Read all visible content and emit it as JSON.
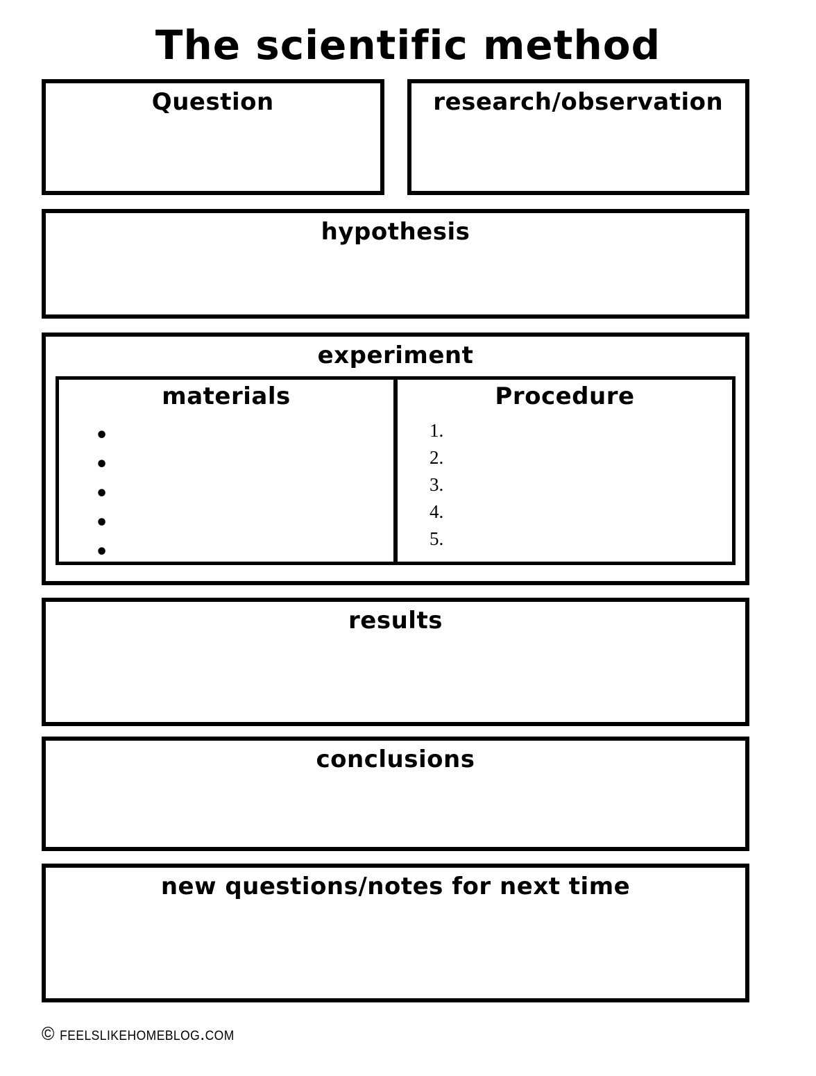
{
  "title": "The scientific method",
  "sections": {
    "question": {
      "label": "Question"
    },
    "research_observation": {
      "label": "research/observation"
    },
    "hypothesis": {
      "label": "hypothesis"
    },
    "experiment": {
      "label": "experiment",
      "materials": {
        "label": "materials",
        "bullets": [
          "•",
          "•",
          "•",
          "•",
          "•"
        ]
      },
      "procedure": {
        "label": "Procedure",
        "steps": [
          "1.",
          "2.",
          "3.",
          "4.",
          "5."
        ]
      }
    },
    "results": {
      "label": "results"
    },
    "conclusions": {
      "label": "conclusions"
    },
    "new_questions": {
      "label": "new questions/notes for next time"
    }
  },
  "footer": {
    "copyright": "© feelslikehomeblog.com"
  }
}
